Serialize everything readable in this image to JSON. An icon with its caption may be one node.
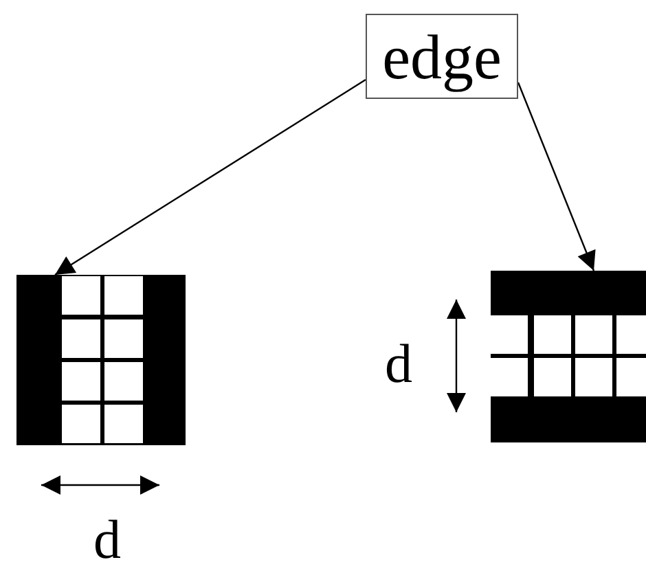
{
  "diagram": {
    "nodes": [
      {
        "text": [
          "edge"
        ]
      },
      {
        "text": [],
        "shape": "grid"
      },
      {
        "text": [],
        "shape": "grid"
      }
    ],
    "edges": [
      {
        "from": 0,
        "to": 1,
        "arrow": "to"
      },
      {
        "from": 0,
        "to": 2,
        "arrow": "to"
      }
    ],
    "labels": [
      "d",
      "d"
    ]
  }
}
